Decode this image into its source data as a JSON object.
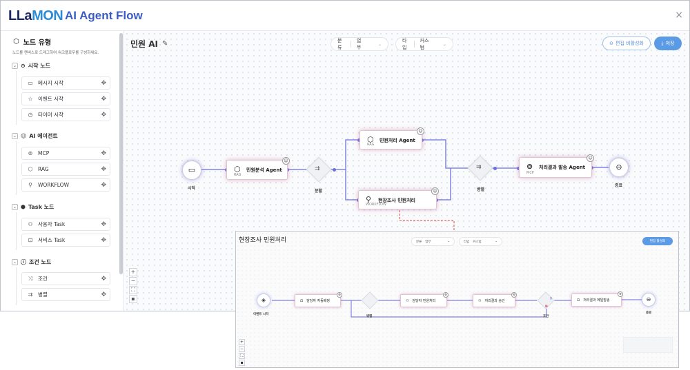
{
  "app": {
    "logo_left": "LLa",
    "logo_right": "MON",
    "title": "AI Agent Flow",
    "close": "×"
  },
  "sidebar": {
    "title": "노드 유형",
    "description": "노드를 캔버스로 드래그하여 워크플로우를 구성하세요.",
    "groups": [
      {
        "label": "시작 노드",
        "items": [
          "메시지 시작",
          "이벤트 시작",
          "타이머 시작"
        ]
      },
      {
        "label": "AI 에이전트",
        "items": [
          "MCP",
          "RAG",
          "WORKFLOW"
        ]
      },
      {
        "label": "Task 노드",
        "items": [
          "사용자 Task",
          "서비스 Task"
        ]
      },
      {
        "label": "조건 노드",
        "items": [
          "조건",
          "병렬"
        ]
      }
    ]
  },
  "toolbar": {
    "flow_title": "민원 AI",
    "category_label": "분류",
    "category_value": "업무",
    "type_label": "타입",
    "type_value": "커스텀",
    "edit_disable": "편집 비활성화",
    "save": "저장"
  },
  "flow": {
    "start": "시작",
    "n1_label": "민원분석 Agent",
    "n1_sub": "RAG",
    "split": "분할",
    "n2_label": "민원처리 Agent",
    "n2_sub": "RAG",
    "n3_label": "현장조사 민원처리",
    "n3_sub": "WORKFLOW",
    "parallel": "병렬",
    "n4_label": "처리결과 발송 Agent",
    "n4_sub": "MCP",
    "end": "종료"
  },
  "zoom": {
    "plus": "+",
    "minus": "−",
    "fit": "⛶",
    "lock": "▪"
  },
  "subflow": {
    "title": "현장조사 민원처리",
    "category_label": "분류",
    "category_value": "업무",
    "type_label": "타입",
    "type_value": "커스텀",
    "edit_enable": "편집 활성화",
    "start": "이벤트 시작",
    "s1": "담당자 자동배정",
    "parallel": "병렬",
    "s2": "담당자 민원처리",
    "s3": "처리결과 승인",
    "cond": "조건",
    "cond_n": "N",
    "cond_y": "Y",
    "s4": "처리결과 메일발송",
    "end": "종료"
  },
  "colors": {
    "accent": "#5b9be6",
    "edge": "#7f83e6",
    "logo_dark": "#1f2a63",
    "logo_blue": "#2b8bd6",
    "dash": "#e0453a"
  }
}
